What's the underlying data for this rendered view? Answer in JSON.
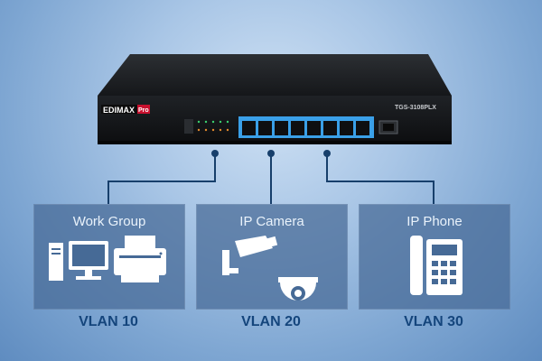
{
  "switch": {
    "brand": "EDIMAX",
    "brand_badge": "Pro",
    "model": "TGS-3108PLX",
    "icon": "network-switch-icon"
  },
  "panels": [
    {
      "title": "Work Group",
      "vlan": "VLAN 10",
      "icon": "computer-printer-icon"
    },
    {
      "title": "IP Camera",
      "vlan": "VLAN 20",
      "icon": "security-camera-icon"
    },
    {
      "title": "IP Phone",
      "vlan": "VLAN 30",
      "icon": "desk-phone-icon"
    }
  ],
  "colors": {
    "accent": "#14457c",
    "line": "#173f6b",
    "port_highlight": "#3aa0e8"
  }
}
